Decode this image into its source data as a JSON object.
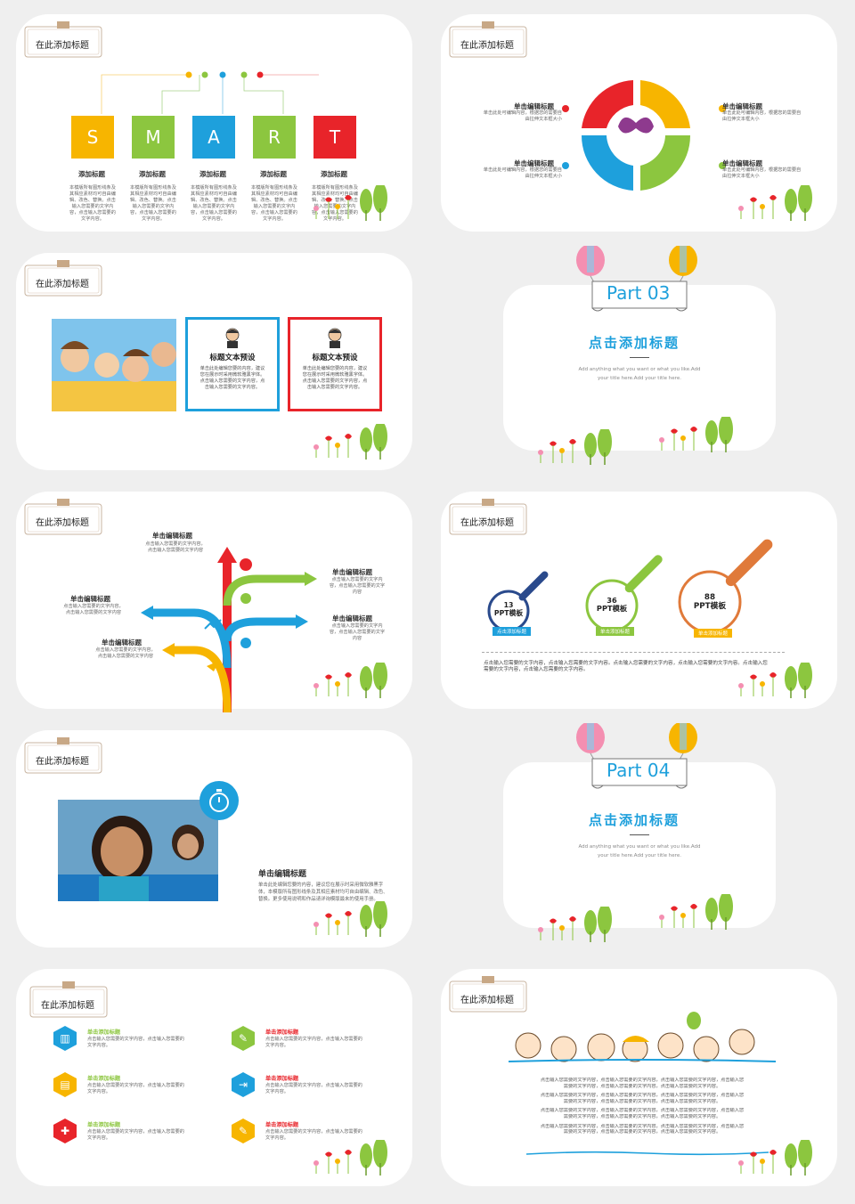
{
  "common": {
    "header_tag": "在此添加标题",
    "edit_title": "单击编辑标题",
    "add_title": "单击添加标题"
  },
  "slide1": {
    "letters": [
      "S",
      "M",
      "A",
      "R",
      "T"
    ],
    "colors": [
      "#8cc63f",
      "#8cc63f",
      "#1ea0dc",
      "#8cc63f",
      "#e8242a"
    ],
    "caption": "添加标题",
    "desc": "本模版所有图形线条及其相应素材均可自由编辑、改色、替换。点击输入您需要的文字内容，点击输入您需要的文字内容。"
  },
  "slide2": {
    "left": [
      {
        "title": "单击编辑标题",
        "text": "单击此处可编辑内容，根据您的需要自由拉伸文本框大小"
      },
      {
        "title": "单击编辑标题",
        "text": "单击此处可编辑内容，根据您的需要自由拉伸文本框大小"
      }
    ],
    "right": [
      {
        "title": "单击编辑标题",
        "text": "单击此处可编辑内容，根据您的需要自由拉伸文本框大小"
      },
      {
        "title": "单击编辑标题",
        "text": "单击此处可编辑内容，根据您的需要自由拉伸文本框大小"
      }
    ]
  },
  "slide3": {
    "boxes": [
      {
        "title": "标题文本预设",
        "text": "单击此处编辑您要的内容，建议您在展示时采用微软雅黑字体。点击输入您需要的文字内容，点击输入您需要的文字内容。"
      },
      {
        "title": "标题文本预设",
        "text": "单击此处编辑您要的内容，建议您在展示时采用微软雅黑字体。点击输入您需要的文字内容，点击输入您需要的文字内容。"
      }
    ]
  },
  "part03": {
    "label": "Part 03",
    "title": "点击添加标题",
    "en_line1": "Add anything what you want or what you like.Add",
    "en_line2": "your title here.Add your title here."
  },
  "slide5": {
    "items": [
      {
        "title": "单击编辑标题",
        "text": "点击输入您需要的文字内容，点击输入您需要的文字内容"
      },
      {
        "title": "单击编辑标题",
        "text": "点击输入您需要的文字内容，点击输入您需要的文字内容"
      },
      {
        "title": "单击编辑标题",
        "text": "点击输入您需要的文字内容，点击输入您需要的文字内容"
      },
      {
        "title": "单击编辑标题",
        "text": "点击输入您需要的文字内容，点击输入您需要的文字内容"
      },
      {
        "title": "单击编辑标题",
        "text": "点击输入您需要的文字内容，点击输入您需要的文字内容"
      }
    ]
  },
  "slide6": {
    "items": [
      {
        "num": "13",
        "label": "PPT模板",
        "caption": "点击添加标题"
      },
      {
        "num": "36",
        "label": "PPT模板",
        "caption": "单击添加标题"
      },
      {
        "num": "88",
        "label": "PPT模板",
        "caption": "单击添加标题"
      }
    ],
    "body": "点击输入您需要的文字内容，点击输入您需要的文字内容。点击输入您需要的文字内容，点击输入您需要的文字内容。点击输入您需要的文字内容，点击输入您需要的文字内容。"
  },
  "slide7": {
    "title": "单击编辑标题",
    "text": "单击此处编辑您要的内容，建议您在展示时采用微软雅黑字体，本模版所有图形线条及其相应素材均可自由编辑、改色、替换。更多使用说明和作品请详询模版最末的使用手册。"
  },
  "part04": {
    "label": "Part 04",
    "title": "点击添加标题",
    "en_line1": "Add anything what you want or what you like.Add",
    "en_line2": "your title here.Add your title here."
  },
  "slide9": {
    "items": [
      {
        "title": "单击添加标题",
        "text": "点击输入您需要的文字内容，点击输入您需要的文字内容。"
      },
      {
        "title": "单击添加标题",
        "text": "点击输入您需要的文字内容，点击输入您需要的文字内容。"
      },
      {
        "title": "单击添加标题",
        "text": "点击输入您需要的文字内容，点击输入您需要的文字内容。"
      },
      {
        "title": "单击添加标题",
        "text": "点击输入您需要的文字内容，点击输入您需要的文字内容。"
      },
      {
        "title": "单击添加标题",
        "text": "点击输入您需要的文字内容，点击输入您需要的文字内容。"
      },
      {
        "title": "单击添加标题",
        "text": "点击输入您需要的文字内容，点击输入您需要的文字内容。"
      }
    ],
    "hex_colors": [
      "#1ea0dc",
      "#8cc63f",
      "#f7b500",
      "#1ea0dc",
      "#e8242a",
      "#f7b500"
    ]
  },
  "slide10": {
    "lines": [
      "点击输入您需要的文字内容，点击输入您需要的文字内容，点击输入您需要的文字内容，点击输入您",
      "需要的文字内容，点击输入您需要的文字内容，点击输入您需要的文字内容。",
      "点击输入您需要的文字内容，点击输入您需要的文字内容，点击输入您需要的文字内容，点击输入您",
      "需要的文字内容，点击输入您需要的文字内容，点击输入您需要的文字内容。",
      "点击输入您需要的文字内容，点击输入您需要的文字内容，点击输入您需要的文字内容，点击输入您",
      "需要的文字内容，点击输入您需要的文字内容，点击输入您需要的文字内容。",
      "点击输入您需要的文字内容，点击输入您需要的文字内容，点击输入您需要的文字内容，点击输入您",
      "需要的文字内容，点击输入您需要的文字内容，点击输入您需要的文字内容。"
    ]
  }
}
